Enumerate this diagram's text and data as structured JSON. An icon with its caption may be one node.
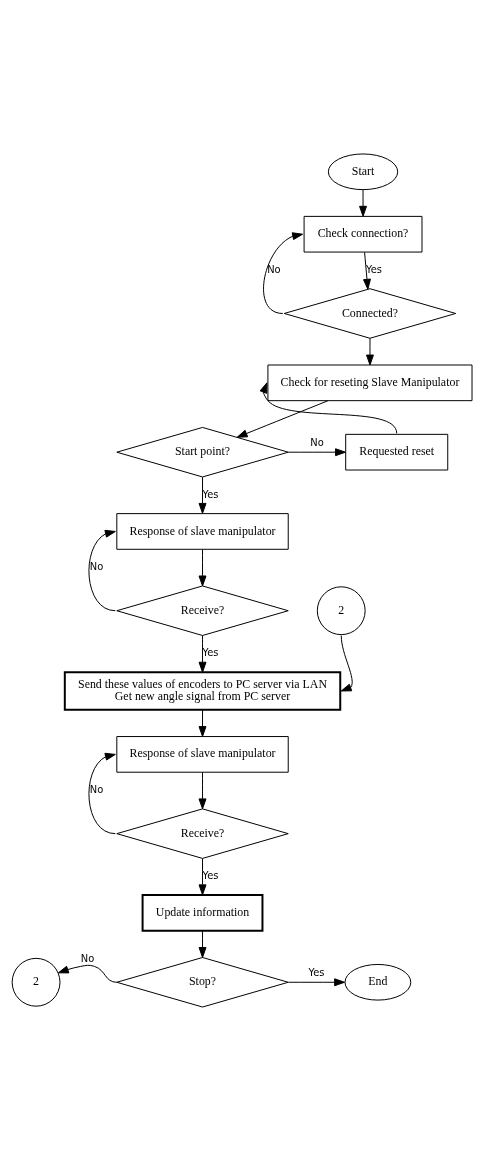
{
  "diagram": {
    "nodes": [
      {
        "text": [
          "Start"
        ]
      },
      {
        "text": [
          "Check connection?"
        ]
      },
      {
        "text": [
          "Connected?"
        ]
      },
      {
        "text": [
          "Check for reseting Slave Manipulator"
        ]
      },
      {
        "text": [
          "Requested reset"
        ]
      },
      {
        "text": [
          "Start point?"
        ]
      },
      {
        "text": [
          "Response of slave manipulator"
        ]
      },
      {
        "text": [
          "Receive?"
        ]
      },
      {
        "text": [
          "2"
        ]
      },
      {
        "text": [
          "Send these values of encoders to PC server via LAN",
          "Get new angle signal from PC server"
        ]
      },
      {
        "text": [
          "Response of slave manipulator"
        ]
      },
      {
        "text": [
          "Receive?"
        ]
      },
      {
        "text": [
          "Update information"
        ]
      },
      {
        "text": [
          "Stop?"
        ]
      },
      {
        "text": [
          "2"
        ]
      },
      {
        "text": [
          "End"
        ]
      }
    ],
    "edges": [
      {
        "from": 0,
        "to": 1,
        "arrow": "to"
      },
      {
        "from": 1,
        "to": 2,
        "arrow": "to",
        "label": "Yes"
      },
      {
        "from": 2,
        "to": 1,
        "arrow": "to",
        "label": "No"
      },
      {
        "from": 2,
        "to": 3,
        "arrow": "to"
      },
      {
        "from": 3,
        "to": 5,
        "arrow": "to"
      },
      {
        "from": 5,
        "to": 4,
        "arrow": "to",
        "label": "No"
      },
      {
        "from": 4,
        "to": 3,
        "arrow": "to"
      },
      {
        "from": 5,
        "to": 6,
        "arrow": "to",
        "label": "Yes"
      },
      {
        "from": 6,
        "to": 7,
        "arrow": "to"
      },
      {
        "from": 7,
        "to": 6,
        "arrow": "to",
        "label": "No"
      },
      {
        "from": 7,
        "to": 9,
        "arrow": "to",
        "label": "Yes"
      },
      {
        "from": 8,
        "to": 9,
        "arrow": "to"
      },
      {
        "from": 9,
        "to": 10,
        "arrow": "to"
      },
      {
        "from": 10,
        "to": 11,
        "arrow": "to"
      },
      {
        "from": 11,
        "to": 10,
        "arrow": "to",
        "label": "No"
      },
      {
        "from": 11,
        "to": 12,
        "arrow": "to",
        "label": "Yes"
      },
      {
        "from": 12,
        "to": 13,
        "arrow": "to"
      },
      {
        "from": 13,
        "to": 14,
        "arrow": "to",
        "label": "No"
      },
      {
        "from": 13,
        "to": 15,
        "arrow": "to",
        "label": "Yes"
      }
    ]
  }
}
